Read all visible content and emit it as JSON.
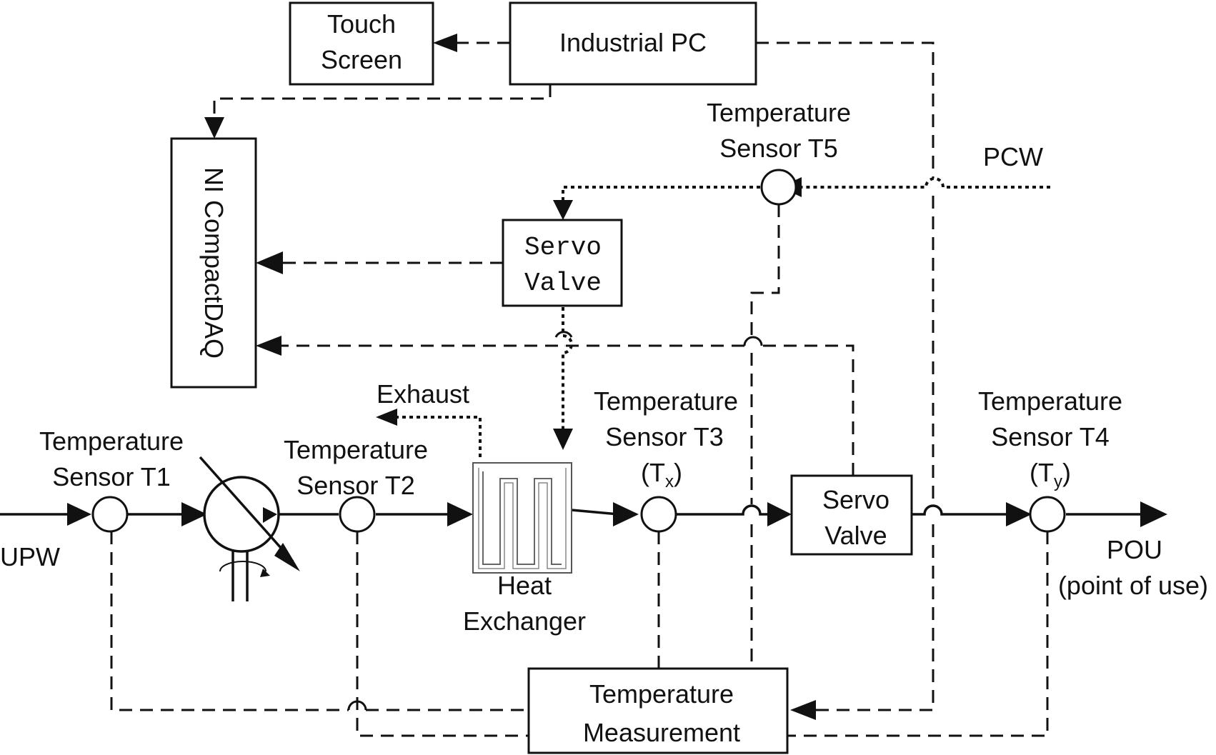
{
  "diagram": {
    "boxes": {
      "touch_screen": [
        "Touch",
        "Screen"
      ],
      "industrial_pc": "Industrial PC",
      "ni_compactdaq": "NI CompactDAQ",
      "servo_valve_top": [
        "Servo",
        "Valve"
      ],
      "servo_valve_main": [
        "Servo",
        "Valve"
      ],
      "temperature_measurement": [
        "Temperature",
        "Measurement"
      ]
    },
    "sensors": {
      "t1": [
        "Temperature",
        "Sensor T1"
      ],
      "t2": [
        "Temperature",
        "Sensor T2"
      ],
      "t3": [
        "Temperature",
        "Sensor T3",
        "(T",
        "x",
        ")"
      ],
      "t4": [
        "Temperature",
        "Sensor T4",
        "(T",
        "y",
        ")"
      ],
      "t5": [
        "Temperature",
        "Sensor T5"
      ]
    },
    "labels": {
      "upw": "UPW",
      "pcw": "PCW",
      "exhaust": "Exhaust",
      "heat_exchanger": [
        "Heat",
        "Exchanger"
      ],
      "pou": [
        "POU",
        "(point of use)"
      ]
    }
  }
}
